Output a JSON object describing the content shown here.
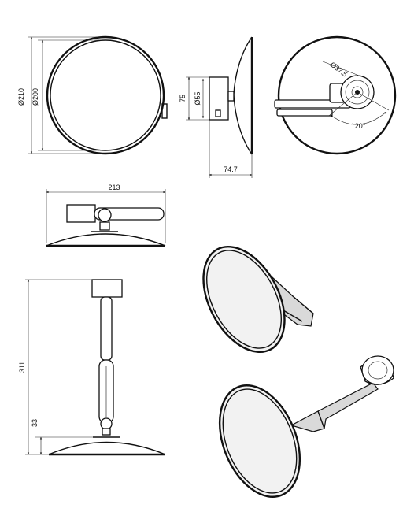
{
  "dimensions": {
    "outer_diameter": "Ø210",
    "inner_diameter": "Ø200",
    "base_height": "75",
    "base_diameter": "Ø55",
    "side_depth": "74.7",
    "mount_diameter": "Ø37.5",
    "swivel_angle": "120°",
    "arm_width": "213",
    "overall_height": "311",
    "arm_offset": "33"
  }
}
